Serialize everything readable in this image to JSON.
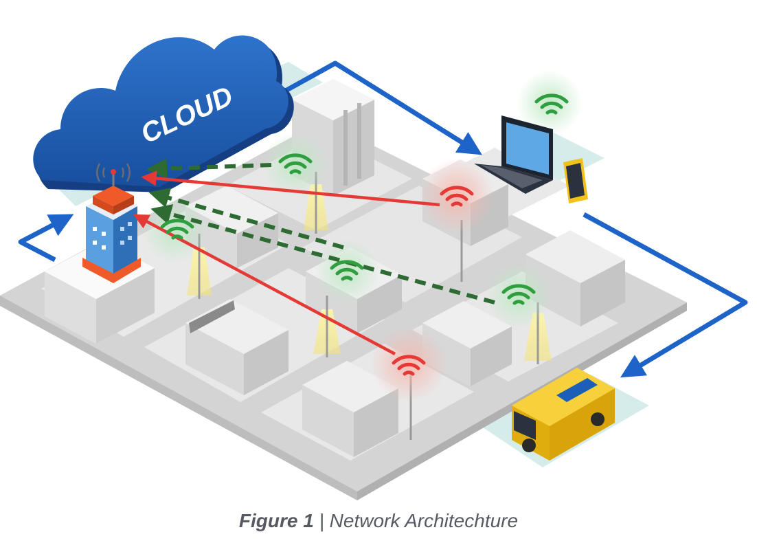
{
  "diagram": {
    "cloud_label": "CLOUD",
    "icons": [
      "cloud-icon",
      "cell-tower-icon",
      "laptop-icon",
      "smartphone-icon",
      "wifi-icon",
      "service-van-icon",
      "building-icon",
      "street-light-icon"
    ],
    "colors": {
      "cloud": "#1f5fb8",
      "backhaul_arrow": "#1e64c8",
      "active_link": "#e53935",
      "idle_link": "#2e7d32",
      "wifi_ok": "#2e9e3e",
      "wifi_alert": "#e53935",
      "ground": "#cfcfcf",
      "pad": "#cfe9e7",
      "van": "#f2c21a"
    }
  },
  "caption": {
    "label": "Figure 1",
    "separator": "|",
    "title": "Network Architechture"
  }
}
